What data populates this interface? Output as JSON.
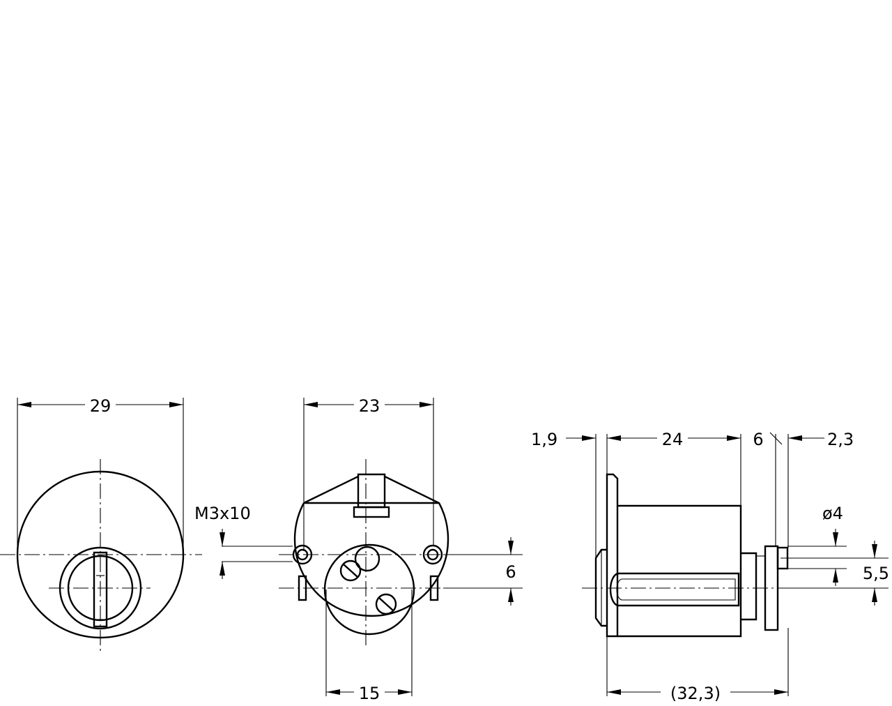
{
  "dimensions": {
    "front_diameter": "29",
    "rear_width": "23",
    "thread": "M3x10",
    "rear_offset": "6",
    "rear_bore": "15",
    "side_flange": "1,9",
    "side_body": "24",
    "side_arm_gap": "6",
    "side_arm": "2,3",
    "side_pin_diameter": "ø4",
    "side_pin_offset": "5,5",
    "side_overall": "(32,3)"
  }
}
